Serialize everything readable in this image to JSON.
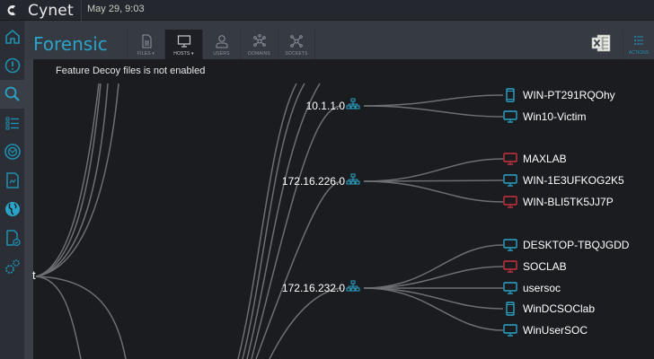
{
  "app": {
    "brand": "Cynet",
    "datetime": "May 29, 9:03",
    "page_title": "Forensic",
    "accent_color": "#2aa3c9",
    "alert_color": "#c8323f"
  },
  "sidebar": {
    "items": [
      {
        "name": "home",
        "icon": "home-icon"
      },
      {
        "name": "alerts",
        "icon": "alert-icon"
      },
      {
        "name": "forensic",
        "icon": "search-icon",
        "active": true
      },
      {
        "name": "policies",
        "icon": "checklist-icon"
      },
      {
        "name": "deception",
        "icon": "target-icon"
      },
      {
        "name": "reports",
        "icon": "report-icon"
      },
      {
        "name": "threat-intel",
        "icon": "globe-icon"
      },
      {
        "name": "audit",
        "icon": "file-check-icon"
      },
      {
        "name": "settings",
        "icon": "gears-icon"
      }
    ]
  },
  "toolbar": {
    "tabs": [
      {
        "label": "FILES",
        "dropdown": true,
        "active": false
      },
      {
        "label": "HOSTS",
        "dropdown": true,
        "active": true
      },
      {
        "label": "USERS",
        "dropdown": false,
        "active": false
      },
      {
        "label": "DOMAINS",
        "dropdown": false,
        "active": false
      },
      {
        "label": "SOCKETS",
        "dropdown": false,
        "active": false
      }
    ],
    "export_icon": "excel-icon",
    "actions_label": "ACTIONS"
  },
  "canvas": {
    "notice": "Feature Decoy files is not enabled",
    "root_label": "t",
    "subnets": [
      {
        "label": "10.1.1.0",
        "hosts": [
          {
            "name": "WIN-PT291RQOhy",
            "type": "mobile",
            "status": "normal"
          },
          {
            "name": "Win10-Victim",
            "type": "desktop",
            "status": "normal"
          }
        ]
      },
      {
        "label": "172.16.226.0",
        "hosts": [
          {
            "name": "MAXLAB",
            "type": "desktop",
            "status": "alert"
          },
          {
            "name": "WIN-1E3UFKOG2K5",
            "type": "desktop",
            "status": "normal"
          },
          {
            "name": "WIN-BLI5TK5JJ7P",
            "type": "desktop",
            "status": "alert"
          }
        ]
      },
      {
        "label": "172.16.232.0",
        "hosts": [
          {
            "name": "DESKTOP-TBQJGDD",
            "type": "desktop",
            "status": "normal"
          },
          {
            "name": "SOCLAB",
            "type": "desktop",
            "status": "alert"
          },
          {
            "name": "usersoc",
            "type": "desktop",
            "status": "normal"
          },
          {
            "name": "WinDCSOClab",
            "type": "mobile",
            "status": "normal"
          },
          {
            "name": "WinUserSOC",
            "type": "desktop",
            "status": "normal"
          }
        ]
      }
    ]
  }
}
